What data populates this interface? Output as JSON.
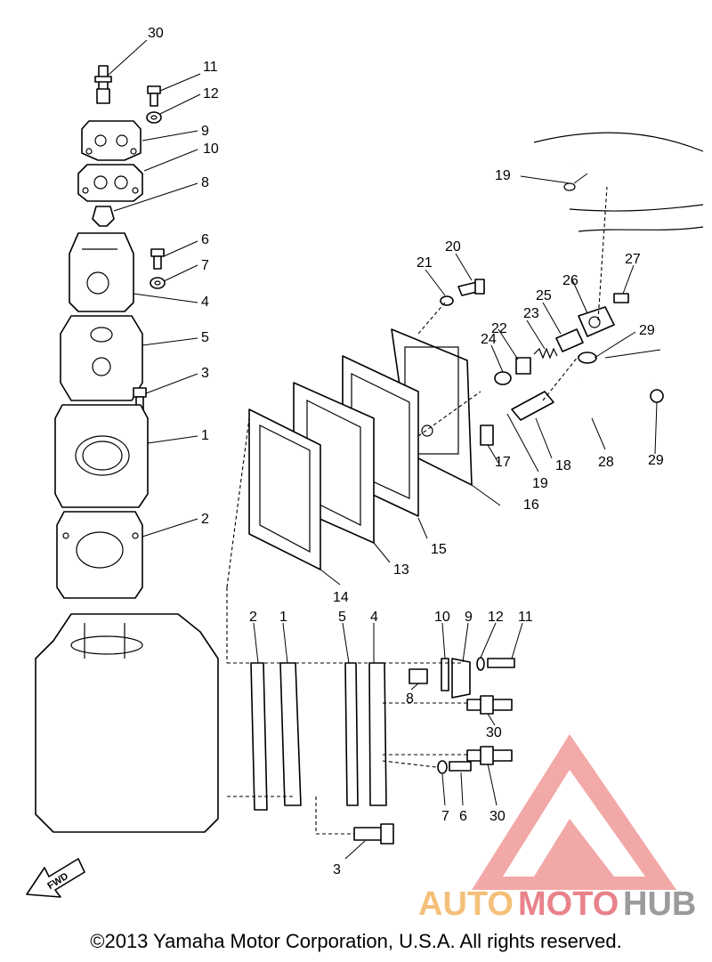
{
  "copyright": "©2013 Yamaha Motor Corporation, U.S.A. All rights reserved.",
  "fwd_label": "FWD",
  "watermark": {
    "auto": "AUTO",
    "moto": "MOTO",
    "hub": "HUB",
    "colors": {
      "auto": "#f5c07a",
      "moto": "#e9828a",
      "hub": "#9b9b9b",
      "triangle": "#f29a9a"
    }
  },
  "callouts": [
    "30",
    "11",
    "12",
    "9",
    "10",
    "8",
    "6",
    "7",
    "4",
    "5",
    "3",
    "1",
    "2",
    "19",
    "20",
    "21",
    "22",
    "23",
    "24",
    "25",
    "26",
    "27",
    "29",
    "28",
    "18",
    "17",
    "16",
    "15",
    "14",
    "13",
    "2",
    "1",
    "5",
    "4",
    "10",
    "9",
    "12",
    "11",
    "8",
    "30",
    "30",
    "7",
    "6",
    "3",
    "29",
    "19"
  ]
}
